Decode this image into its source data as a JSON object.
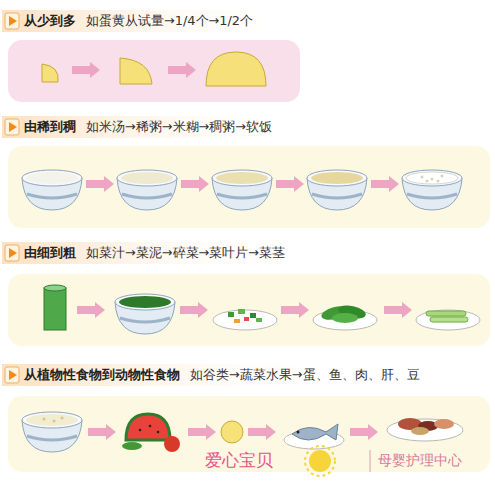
{
  "diagram": {
    "nodes": [
      {
        "text": [
          "从少到多",
          "如蛋黄从试量→1/4个→1/2个"
        ]
      },
      {
        "text": [
          "由稀到稠",
          "如米汤→稀粥→米糊→稠粥→软饭"
        ]
      },
      {
        "text": [
          "由细到粗",
          "如菜汁→菜泥→碎菜→菜叶片→菜茎"
        ]
      },
      {
        "text": [
          "从植物性食物到动物性食物",
          "如谷类→蔬菜水果→蛋、鱼、肉、肝、豆"
        ]
      }
    ],
    "labels": [
      "爱心宝贝",
      "母婴护理中心"
    ]
  }
}
